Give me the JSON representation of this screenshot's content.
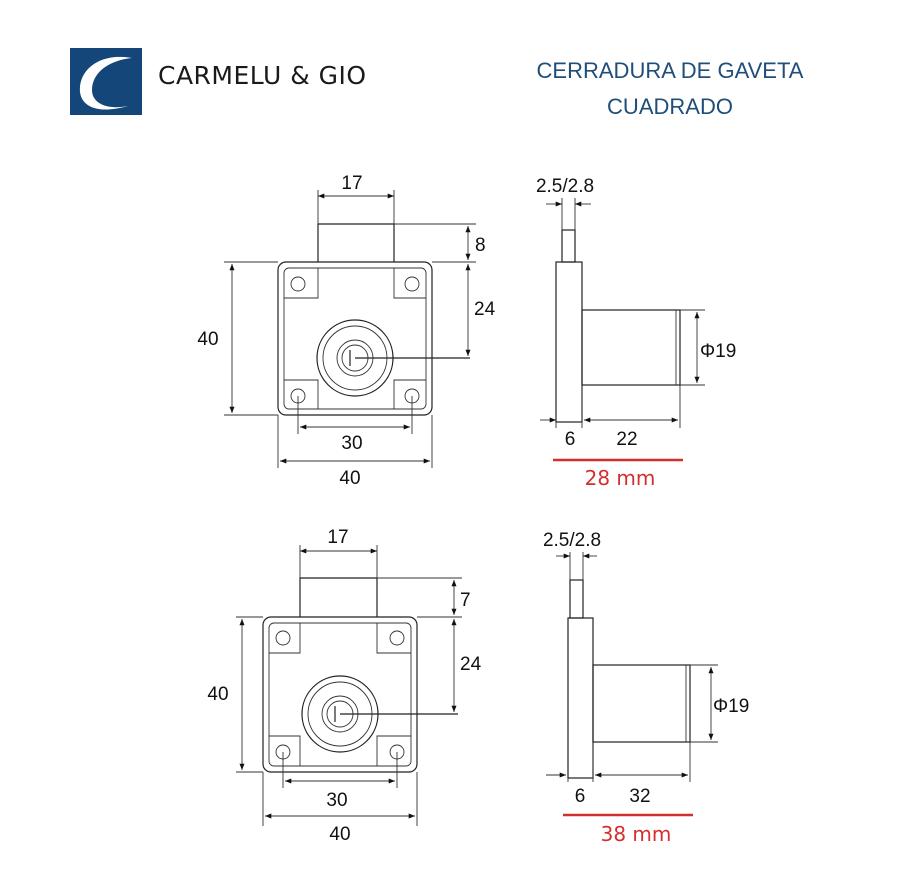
{
  "brand": {
    "name": "CARMELU & GIO",
    "color": "#15467a"
  },
  "title": {
    "line1": "CERRADURA DE GAVETA",
    "line2": "CUADRADO"
  },
  "lock_28": {
    "front": {
      "bolt_width": "17",
      "bolt_height": "8",
      "bolt_to_center": "24",
      "height": "40",
      "hole_spacing": "30",
      "width": "40"
    },
    "side": {
      "pin": "2.5/2.8",
      "diameter": "Φ19",
      "plate": "6",
      "cylinder": "22",
      "total": "28 mm"
    }
  },
  "lock_38": {
    "front": {
      "bolt_width": "17",
      "bolt_height": "7",
      "bolt_to_center": "24",
      "height": "40",
      "hole_spacing": "30",
      "width": "40"
    },
    "side": {
      "pin": "2.5/2.8",
      "diameter": "Φ19",
      "plate": "6",
      "cylinder": "32",
      "total": "38 mm"
    }
  },
  "accent_red": "#d32f2f"
}
